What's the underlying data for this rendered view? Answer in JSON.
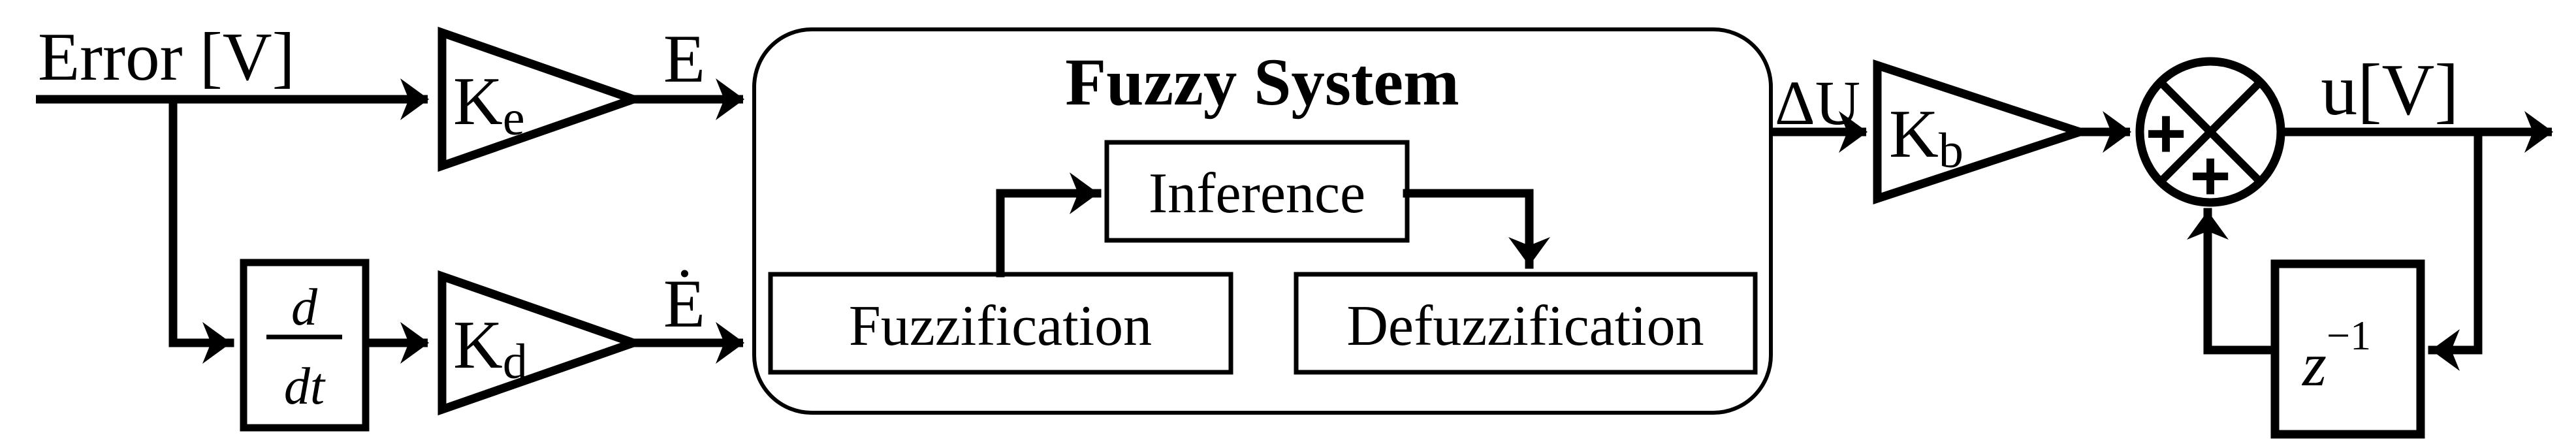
{
  "diagram": {
    "type": "fuzzy-control-block-diagram",
    "colors": {
      "line": "#000000",
      "background": "#ffffff"
    },
    "input": {
      "label": "Error [V]"
    },
    "output": {
      "label": "u[V]"
    },
    "signals": {
      "e": "E",
      "edot": "Ė",
      "delta_u": "ΔU"
    },
    "gains": {
      "ke": {
        "base": "K",
        "sub": "e"
      },
      "kd": {
        "base": "K",
        "sub": "d"
      },
      "kb": {
        "base": "K",
        "sub": "b"
      }
    },
    "derivative": {
      "numerator": "d",
      "denominator": "dt"
    },
    "fuzzy_system": {
      "title": "Fuzzy System",
      "blocks": [
        "Fuzzification",
        "Inference",
        "Defuzzification"
      ]
    },
    "summing_junction": {
      "sign_left": "+",
      "sign_bottom": "+"
    },
    "delay": {
      "base": "z",
      "exponent": "−1"
    }
  }
}
